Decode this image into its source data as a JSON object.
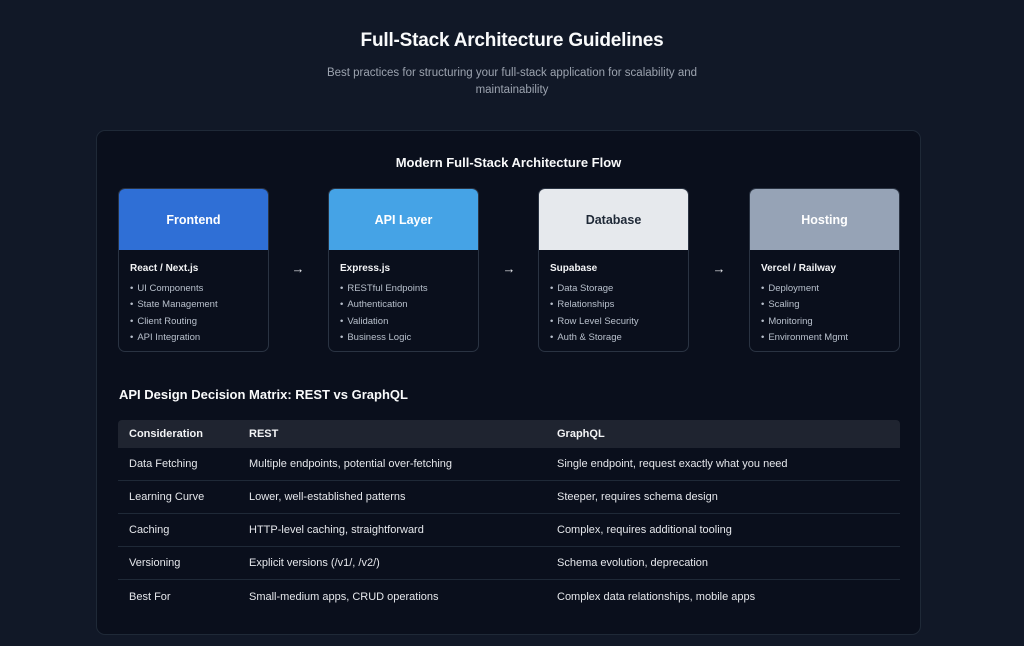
{
  "header": {
    "title": "Full-Stack Architecture Guidelines",
    "subtitle": "Best practices for structuring your full-stack application for scalability and maintainability"
  },
  "flow": {
    "title": "Modern Full-Stack Architecture Flow",
    "arrow": "→",
    "boxes": [
      {
        "name": "Frontend",
        "tech": "React / Next.js",
        "items": [
          "UI Components",
          "State Management",
          "Client Routing",
          "API Integration"
        ],
        "header_color": "#2f6fd6",
        "header_text_color": "#ffffff"
      },
      {
        "name": "API Layer",
        "tech": "Express.js",
        "items": [
          "RESTful Endpoints",
          "Authentication",
          "Validation",
          "Business Logic"
        ],
        "header_color": "#45a3e6",
        "header_text_color": "#ffffff"
      },
      {
        "name": "Database",
        "tech": "Supabase",
        "items": [
          "Data Storage",
          "Relationships",
          "Row Level Security",
          "Auth & Storage"
        ],
        "header_color": "#e6e9ed",
        "header_text_color": "#1f2937"
      },
      {
        "name": "Hosting",
        "tech": "Vercel / Railway",
        "items": [
          "Deployment",
          "Scaling",
          "Monitoring",
          "Environment Mgmt"
        ],
        "header_color": "#96a3b6",
        "header_text_color": "#ffffff"
      }
    ]
  },
  "matrix": {
    "title": "API Design Decision Matrix: REST vs GraphQL",
    "columns": [
      "Consideration",
      "REST",
      "GraphQL"
    ],
    "rows": [
      [
        "Data Fetching",
        "Multiple endpoints, potential over-fetching",
        "Single endpoint, request exactly what you need"
      ],
      [
        "Learning Curve",
        "Lower, well-established patterns",
        "Steeper, requires schema design"
      ],
      [
        "Caching",
        "HTTP-level caching, straightforward",
        "Complex, requires additional tooling"
      ],
      [
        "Versioning",
        "Explicit versions (/v1/, /v2/)",
        "Schema evolution, deprecation"
      ],
      [
        "Best For",
        "Small-medium apps, CRUD operations",
        "Complex data relationships, mobile apps"
      ]
    ]
  }
}
